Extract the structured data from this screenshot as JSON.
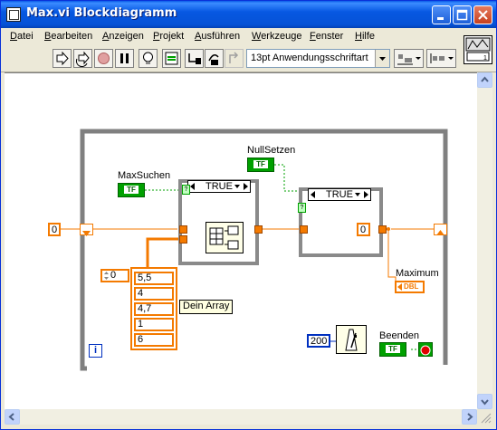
{
  "window": {
    "title": "Max.vi Blockdiagramm"
  },
  "menu": [
    {
      "label": "Datei",
      "u": "D",
      "rest": "atei"
    },
    {
      "label": "Bearbeiten",
      "u": "B",
      "rest": "earbeiten"
    },
    {
      "label": "Anzeigen",
      "u": "A",
      "rest": "nzeigen"
    },
    {
      "label": "Projekt",
      "u": "P",
      "rest": "rojekt"
    },
    {
      "label": "Ausführen",
      "u": "A",
      "rest": "usführen"
    },
    {
      "label": "Werkzeuge",
      "u": "W",
      "rest": "erkzeuge"
    },
    {
      "label": "Fenster",
      "u": "F",
      "rest": "enster"
    },
    {
      "label": "Hilfe",
      "u": "H",
      "rest": "ilfe"
    }
  ],
  "toolbar": {
    "font": "13pt Anwendungsschriftart"
  },
  "diagram": {
    "shift_init": "0",
    "maxsuchen_label": "MaxSuchen",
    "nullsetzen_label": "NullSetzen",
    "case1_selector": "TRUE",
    "case2_selector": "TRUE",
    "case2_const": "0",
    "maximum_label": "Maximum",
    "maximum_type": "DBL",
    "array_index": "0",
    "array": [
      "5,5",
      "4",
      "4,7",
      "1",
      "6"
    ],
    "array_label": "Dein Array",
    "wait_const": "200",
    "beenden_label": "Beenden",
    "bool_tf": "TF",
    "loop_iteration": "i"
  }
}
